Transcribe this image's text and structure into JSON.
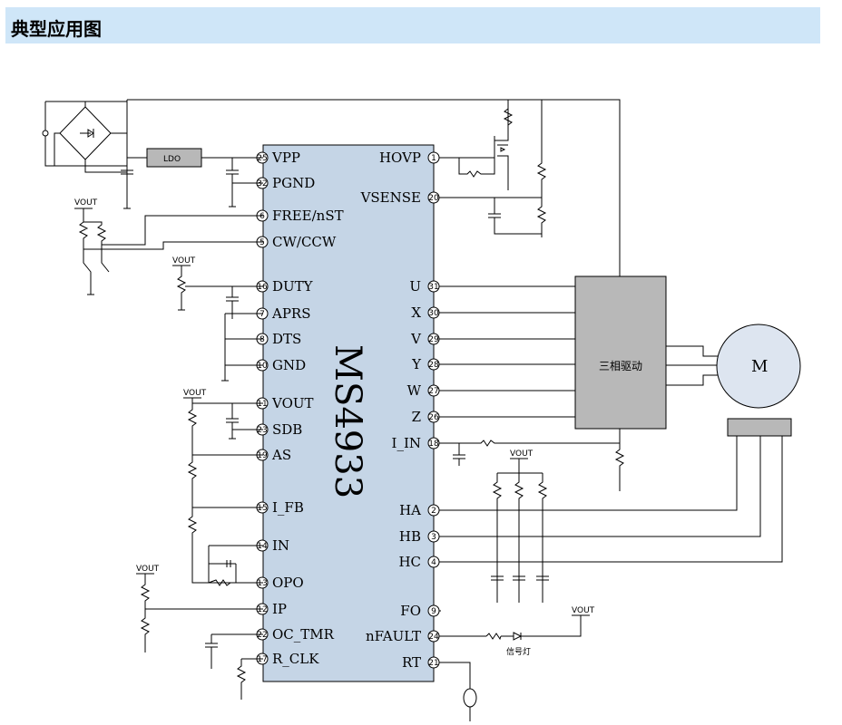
{
  "header": {
    "title": "典型应用图"
  },
  "chip": {
    "name": "MS4933",
    "left_pins": [
      {
        "num": "25",
        "label": "VPP"
      },
      {
        "num": "32",
        "label": "PGND"
      },
      {
        "num": "6",
        "label": "FREE/nST"
      },
      {
        "num": "5",
        "label": "CW/CCW"
      },
      {
        "num": "16",
        "label": "DUTY"
      },
      {
        "num": "7",
        "label": "APRS"
      },
      {
        "num": "8",
        "label": "DTS"
      },
      {
        "num": "10",
        "label": "GND"
      },
      {
        "num": "11",
        "label": "VOUT"
      },
      {
        "num": "23",
        "label": "SDB"
      },
      {
        "num": "19",
        "label": "AS"
      },
      {
        "num": "15",
        "label": "I_FB"
      },
      {
        "num": "14",
        "label": "IN"
      },
      {
        "num": "13",
        "label": "OPO"
      },
      {
        "num": "12",
        "label": "IP"
      },
      {
        "num": "22",
        "label": "OC_TMR"
      },
      {
        "num": "17",
        "label": "R_CLK"
      }
    ],
    "right_pins": [
      {
        "num": "1",
        "label": "HOVP"
      },
      {
        "num": "20",
        "label": "VSENSE"
      },
      {
        "num": "31",
        "label": "U"
      },
      {
        "num": "30",
        "label": "X"
      },
      {
        "num": "29",
        "label": "V"
      },
      {
        "num": "28",
        "label": "Y"
      },
      {
        "num": "27",
        "label": "W"
      },
      {
        "num": "26",
        "label": "Z"
      },
      {
        "num": "18",
        "label": "I_IN"
      },
      {
        "num": "2",
        "label": "HA"
      },
      {
        "num": "3",
        "label": "HB"
      },
      {
        "num": "4",
        "label": "HC"
      },
      {
        "num": "9",
        "label": "FO"
      },
      {
        "num": "24",
        "label": "nFAULT"
      },
      {
        "num": "21",
        "label": "RT"
      }
    ]
  },
  "blocks": {
    "ldo": "LDO",
    "driver": "三相驱动",
    "motor": "M"
  },
  "labels": {
    "vout": "VOUT",
    "signal_lamp": "信号灯"
  }
}
